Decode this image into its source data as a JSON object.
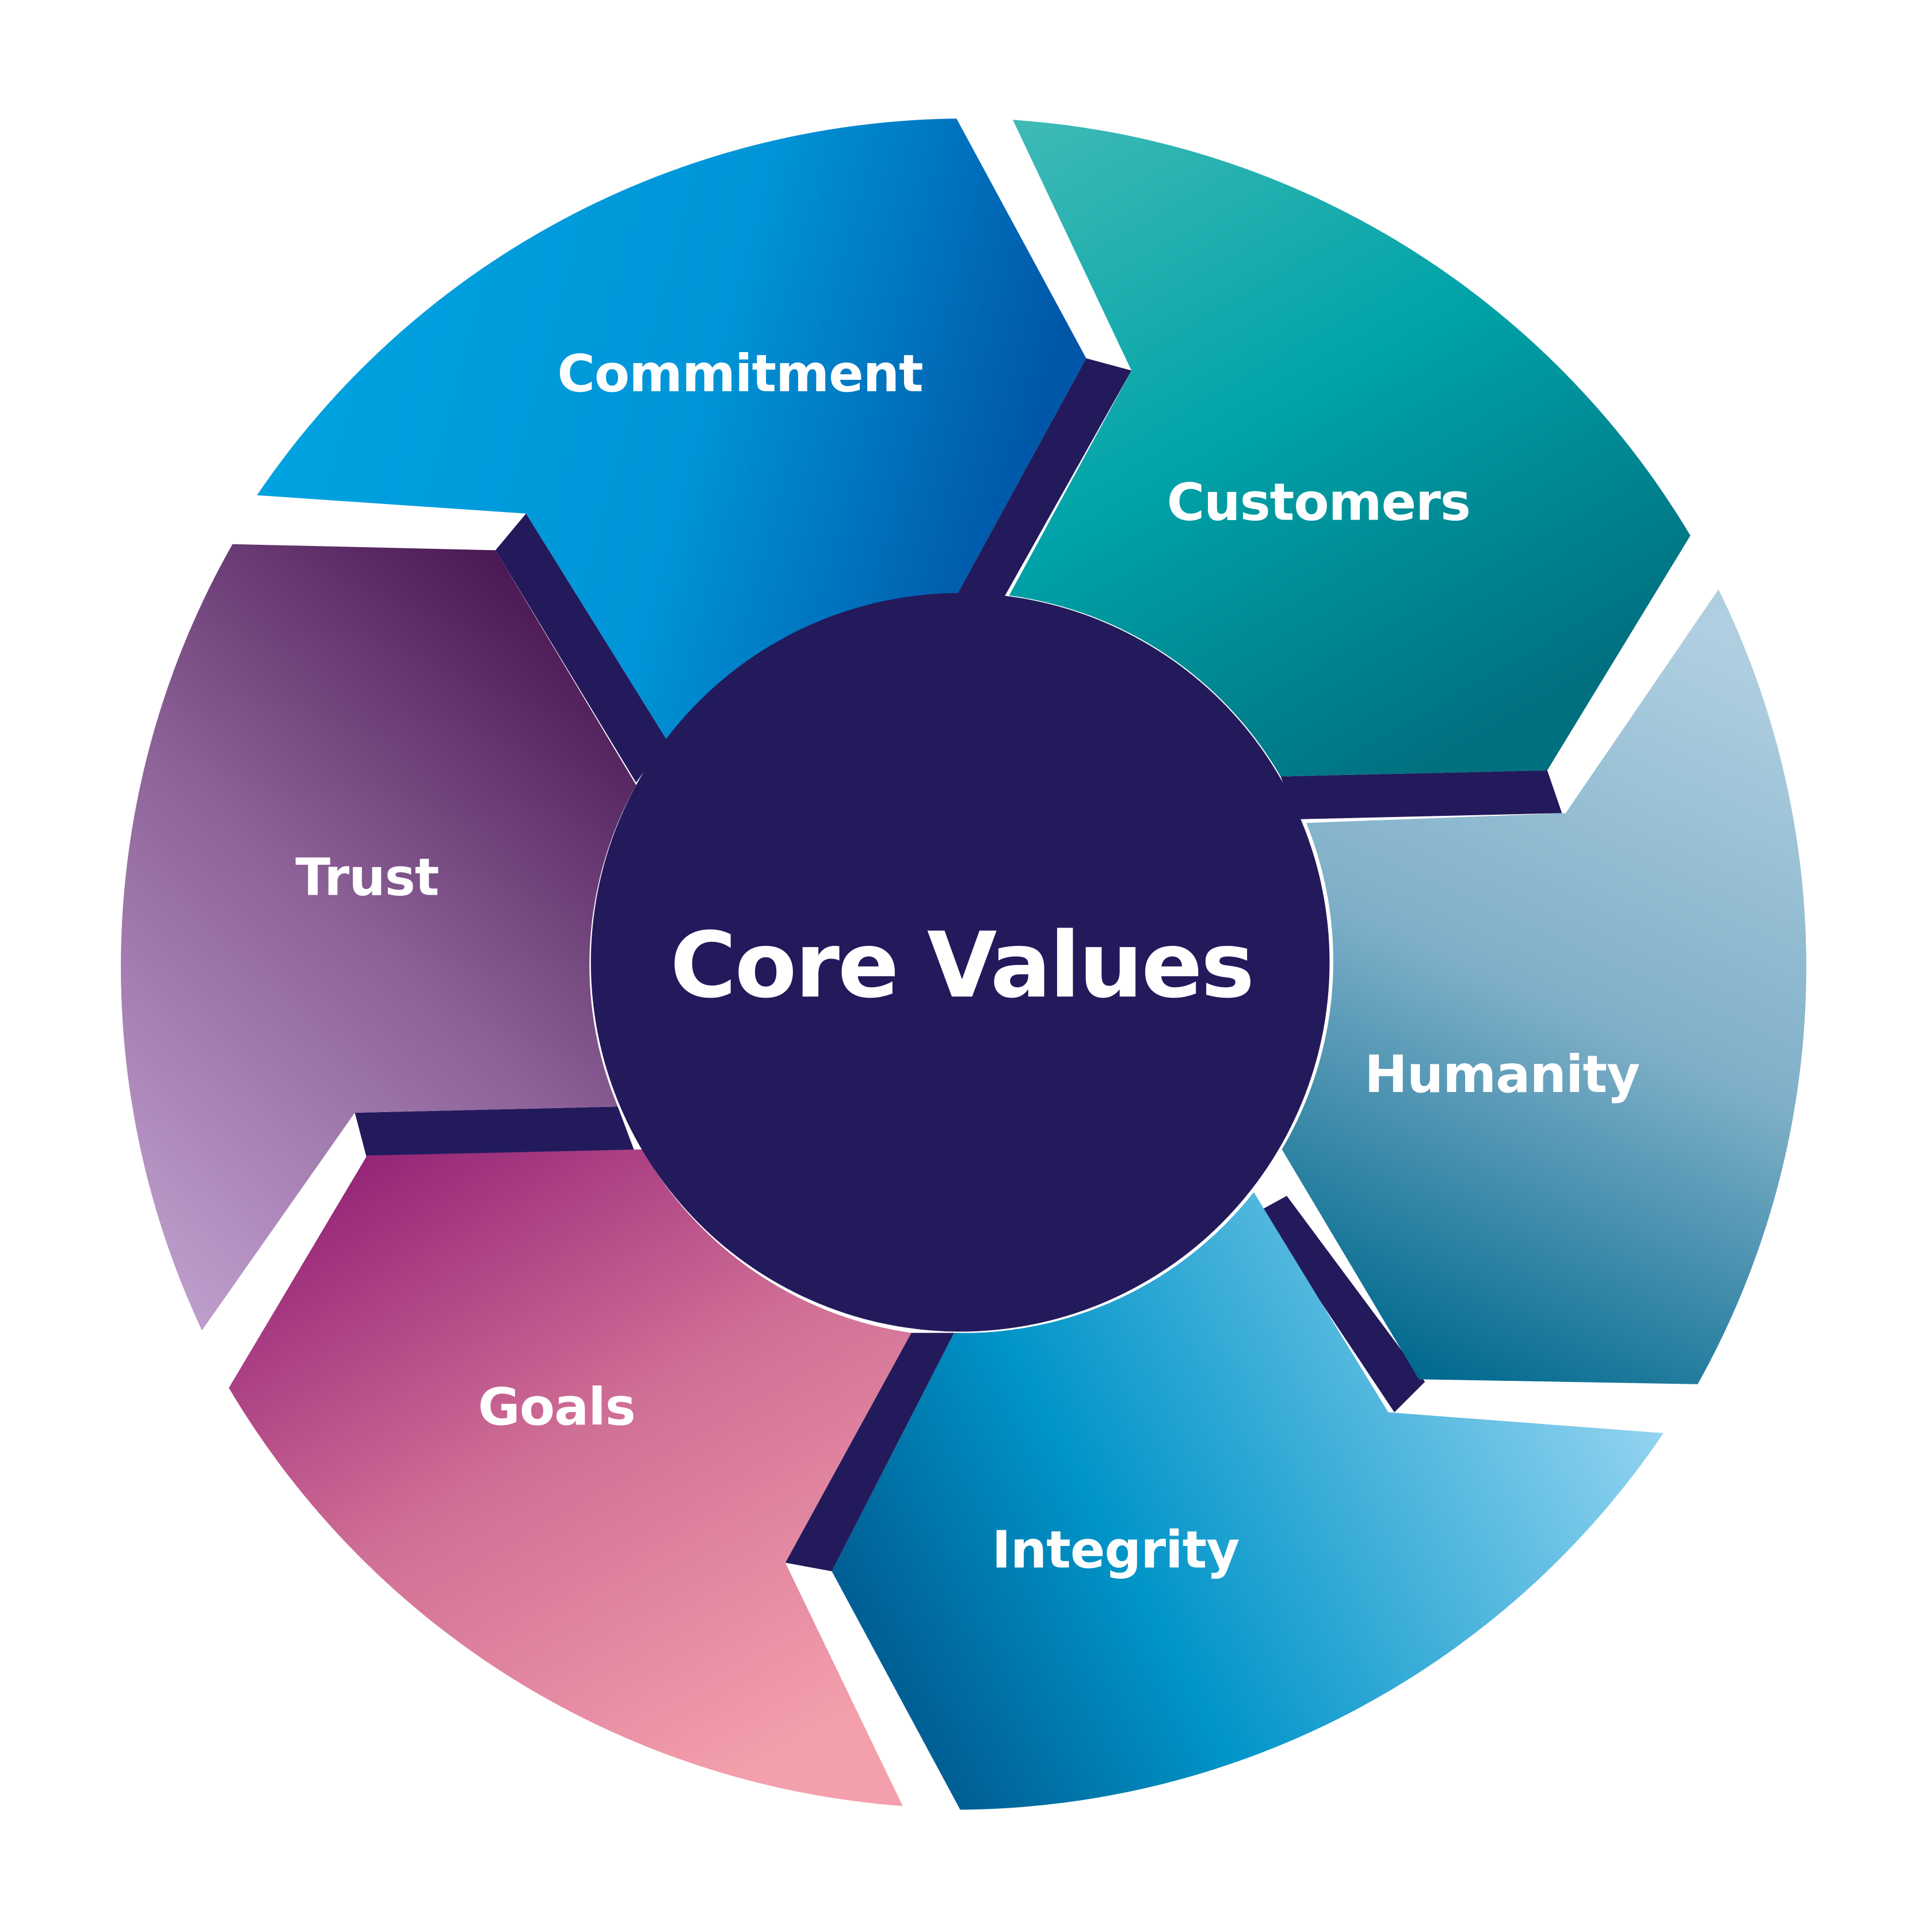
{
  "diagram": {
    "title": "Core Values",
    "center": {
      "label": "Core Values",
      "color": "#231A5C"
    },
    "segments": [
      {
        "label": "Commitment",
        "colors": [
          "#00A3E0",
          "#0057A8"
        ]
      },
      {
        "label": "Customers",
        "colors": [
          "#3BB8B8",
          "#00707F"
        ]
      },
      {
        "label": "Humanity",
        "colors": [
          "#A9CADD",
          "#006E8F"
        ]
      },
      {
        "label": "Integrity",
        "colors": [
          "#006C9C",
          "#9DD8F2"
        ]
      },
      {
        "label": "Goals",
        "colors": [
          "#8E1C74",
          "#F29DAA"
        ]
      },
      {
        "label": "Trust",
        "colors": [
          "#4A1550",
          "#B89ACA"
        ]
      }
    ],
    "connector_color": "#231A5C"
  }
}
